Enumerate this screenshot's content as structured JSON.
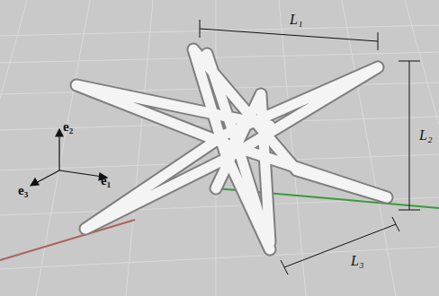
{
  "diagram": {
    "labels": [
      "L₁",
      "L₂",
      "L₃",
      "e₂",
      "e₁",
      "e₃"
    ]
  }
}
